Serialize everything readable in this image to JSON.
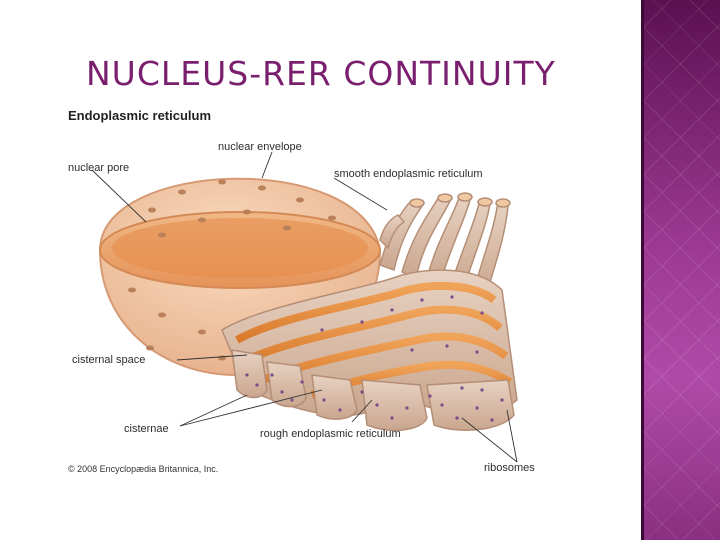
{
  "slide": {
    "title": "NUCLEUS-RER CONTINUITY"
  },
  "figure": {
    "heading": "Endoplasmic reticulum",
    "labels": {
      "nuclear_envelope": "nuclear envelope",
      "nuclear_pore": "nuclear pore",
      "smooth_er": "smooth endoplasmic reticulum",
      "cisternal_space": "cisternal space",
      "cisternae": "cisternae",
      "rough_er": "rough endoplasmic reticulum",
      "ribosomes": "ribosomes"
    },
    "credit": "© 2008 Encyclopædia Britannica, Inc."
  },
  "colors": {
    "title": "#7a1f6e",
    "nucleus_outer": "#f3c9a4",
    "nucleus_inner": "#e8aa7c",
    "er_membrane": "#d9b9a3",
    "er_lumen": "#e38a3a",
    "ribosome": "#7b4a8a",
    "sidebar": "#9c3892"
  }
}
